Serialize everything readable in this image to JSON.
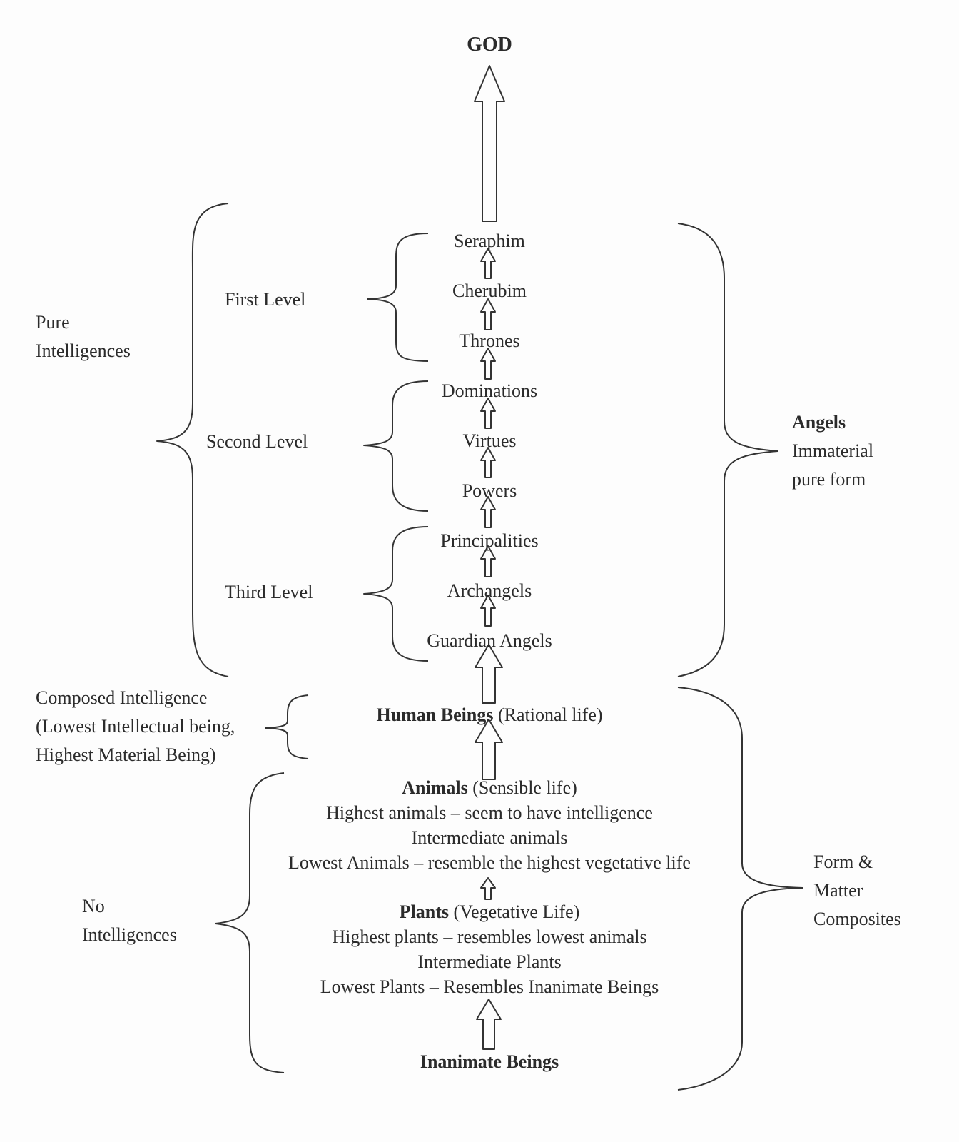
{
  "top": {
    "label": "GOD"
  },
  "angels": {
    "group_label": [
      "Pure",
      "Intelligences"
    ],
    "right_label": {
      "bold": "Angels",
      "lines": [
        "Immaterial",
        "pure form"
      ]
    },
    "levels": [
      {
        "label": "First Level",
        "orders": [
          "Seraphim",
          "Cherubim",
          "Thrones"
        ]
      },
      {
        "label": "Second Level",
        "orders": [
          "Dominations",
          "Virtues",
          "Powers"
        ]
      },
      {
        "label": "Third Level",
        "orders": [
          "Principalities",
          "Archangels",
          "Guardian Angels"
        ]
      }
    ]
  },
  "human": {
    "name": "Human Beings",
    "life": "(Rational life)",
    "group_label": [
      "Composed Intelligence",
      "(Lowest Intellectual being,",
      "Highest Material Being)"
    ]
  },
  "animals": {
    "name": "Animals",
    "life": "(Sensible life)",
    "levels": [
      "Highest animals – seem to have intelligence",
      "Intermediate animals",
      "Lowest Animals – resemble the highest vegetative life"
    ]
  },
  "plants": {
    "name": "Plants",
    "life": "(Vegetative Life)",
    "levels": [
      "Highest plants – resembles lowest animals",
      "Intermediate Plants",
      "Lowest Plants – Resembles Inanimate Beings"
    ]
  },
  "inanimate": {
    "name": "Inanimate Beings"
  },
  "no_intelligence_label": [
    "No",
    "Intelligences"
  ],
  "composites_label": [
    "Form &",
    "Matter",
    "Composites"
  ]
}
